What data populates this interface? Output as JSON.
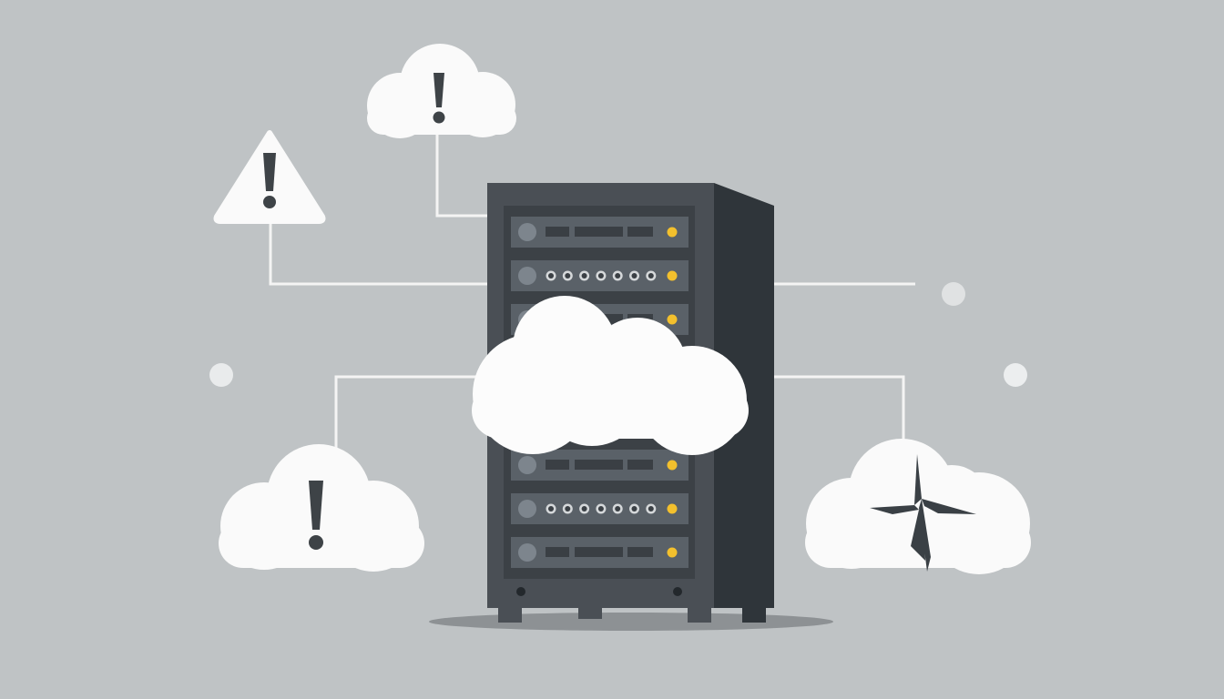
{
  "scene": {
    "background": "#bfc3c5",
    "palette": {
      "cloud": "#fafafa",
      "connector": "#f4f4f4",
      "rack_front": "#4a4f55",
      "rack_side": "#2f353a",
      "rack_shadow": "#8d9194",
      "unit_face": "#5a6168",
      "unit_slot": "#3a3f44",
      "unit_knob": "#7d858d",
      "status_led": "#f3c02d",
      "icon_dark": "#3e4347",
      "crack": "#3a4045",
      "dot": "#e9ebec"
    },
    "rack_units": [
      {
        "position": 1,
        "style": "slots",
        "led": "on"
      },
      {
        "position": 2,
        "style": "ports",
        "led": "on"
      },
      {
        "position": 3,
        "style": "slots",
        "led": "on"
      },
      {
        "position": 4,
        "style": "slots",
        "led": "on"
      },
      {
        "position": 5,
        "style": "ports",
        "led": "on"
      },
      {
        "position": 6,
        "style": "slots",
        "led": "on"
      }
    ],
    "nodes": [
      {
        "name": "warning-cloud-top",
        "icon": "exclamation-icon"
      },
      {
        "name": "warning-triangle",
        "icon": "warning-triangle-icon"
      },
      {
        "name": "warning-cloud-bottom-left",
        "icon": "exclamation-icon"
      },
      {
        "name": "broken-cloud-right",
        "icon": "crack-icon"
      },
      {
        "name": "central-cloud",
        "icon": "cloud-icon"
      }
    ]
  }
}
